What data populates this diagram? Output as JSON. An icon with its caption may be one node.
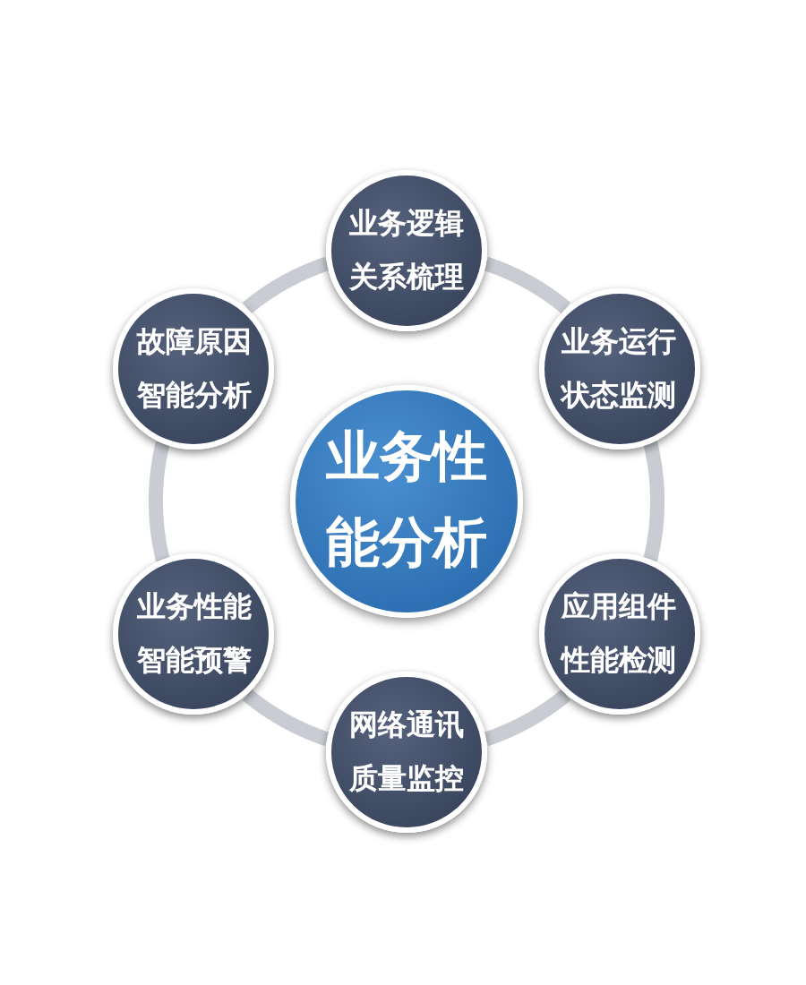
{
  "diagram": {
    "nodes": [
      {
        "text": [
          "业务性能分析"
        ]
      },
      {
        "text": [
          "业务逻辑关系梳理"
        ]
      },
      {
        "text": [
          "业务运行状态监测"
        ]
      },
      {
        "text": [
          "应用组件性能检测"
        ]
      },
      {
        "text": [
          "网络通讯质量监控"
        ]
      },
      {
        "text": [
          "业务性能智能预警"
        ]
      },
      {
        "text": [
          "故障原因智能分析"
        ]
      }
    ],
    "edges": [
      {
        "from": 1,
        "to": 2,
        "arrow": "none"
      },
      {
        "from": 2,
        "to": 3,
        "arrow": "none"
      },
      {
        "from": 3,
        "to": 4,
        "arrow": "none"
      },
      {
        "from": 4,
        "to": 5,
        "arrow": "none"
      },
      {
        "from": 5,
        "to": 6,
        "arrow": "none"
      },
      {
        "from": 6,
        "to": 1,
        "arrow": "none"
      }
    ]
  }
}
